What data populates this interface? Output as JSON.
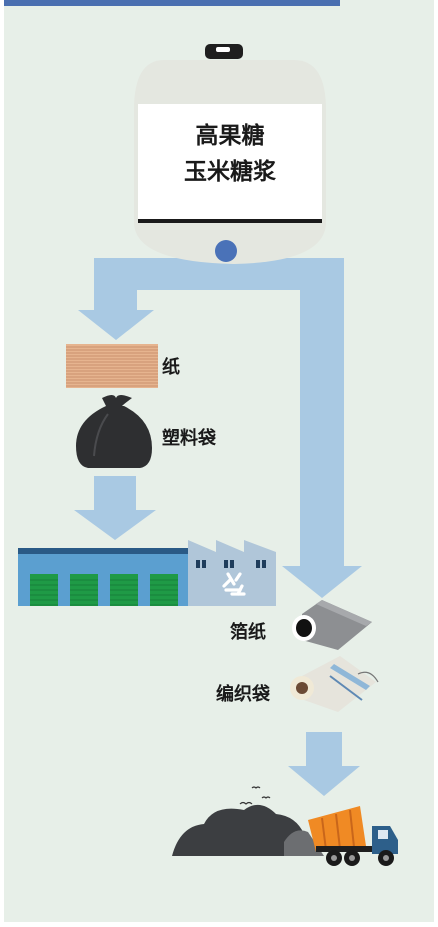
{
  "tank": {
    "line1": "高果糖",
    "line2": "玉米糖浆"
  },
  "labels": {
    "paper": "纸",
    "plastic_bag": "塑料袋",
    "foil": "箔纸",
    "woven_bag": "编织袋"
  },
  "colors": {
    "background": "#e7efe8",
    "top_bar": "#4a6fb0",
    "arrow": "#a9c9e3",
    "tank_body": "#e4e7e0",
    "tank_outlet": "#4a72b8",
    "warehouse_wall": "#5b9fd0",
    "warehouse_door": "#1f9a46",
    "factory": "#b0c6d9",
    "pile": "#3c3e41",
    "truck_bed": "#f08a24",
    "truck_cab": "#2d5f8a"
  },
  "icons": [
    "paper-stack-icon",
    "trash-bag-icon",
    "warehouse-icon",
    "recycling-factory-icon",
    "foil-roll-icon",
    "woven-bag-roll-icon",
    "landfill-pile-icon",
    "dump-truck-icon",
    "birds-icon"
  ]
}
